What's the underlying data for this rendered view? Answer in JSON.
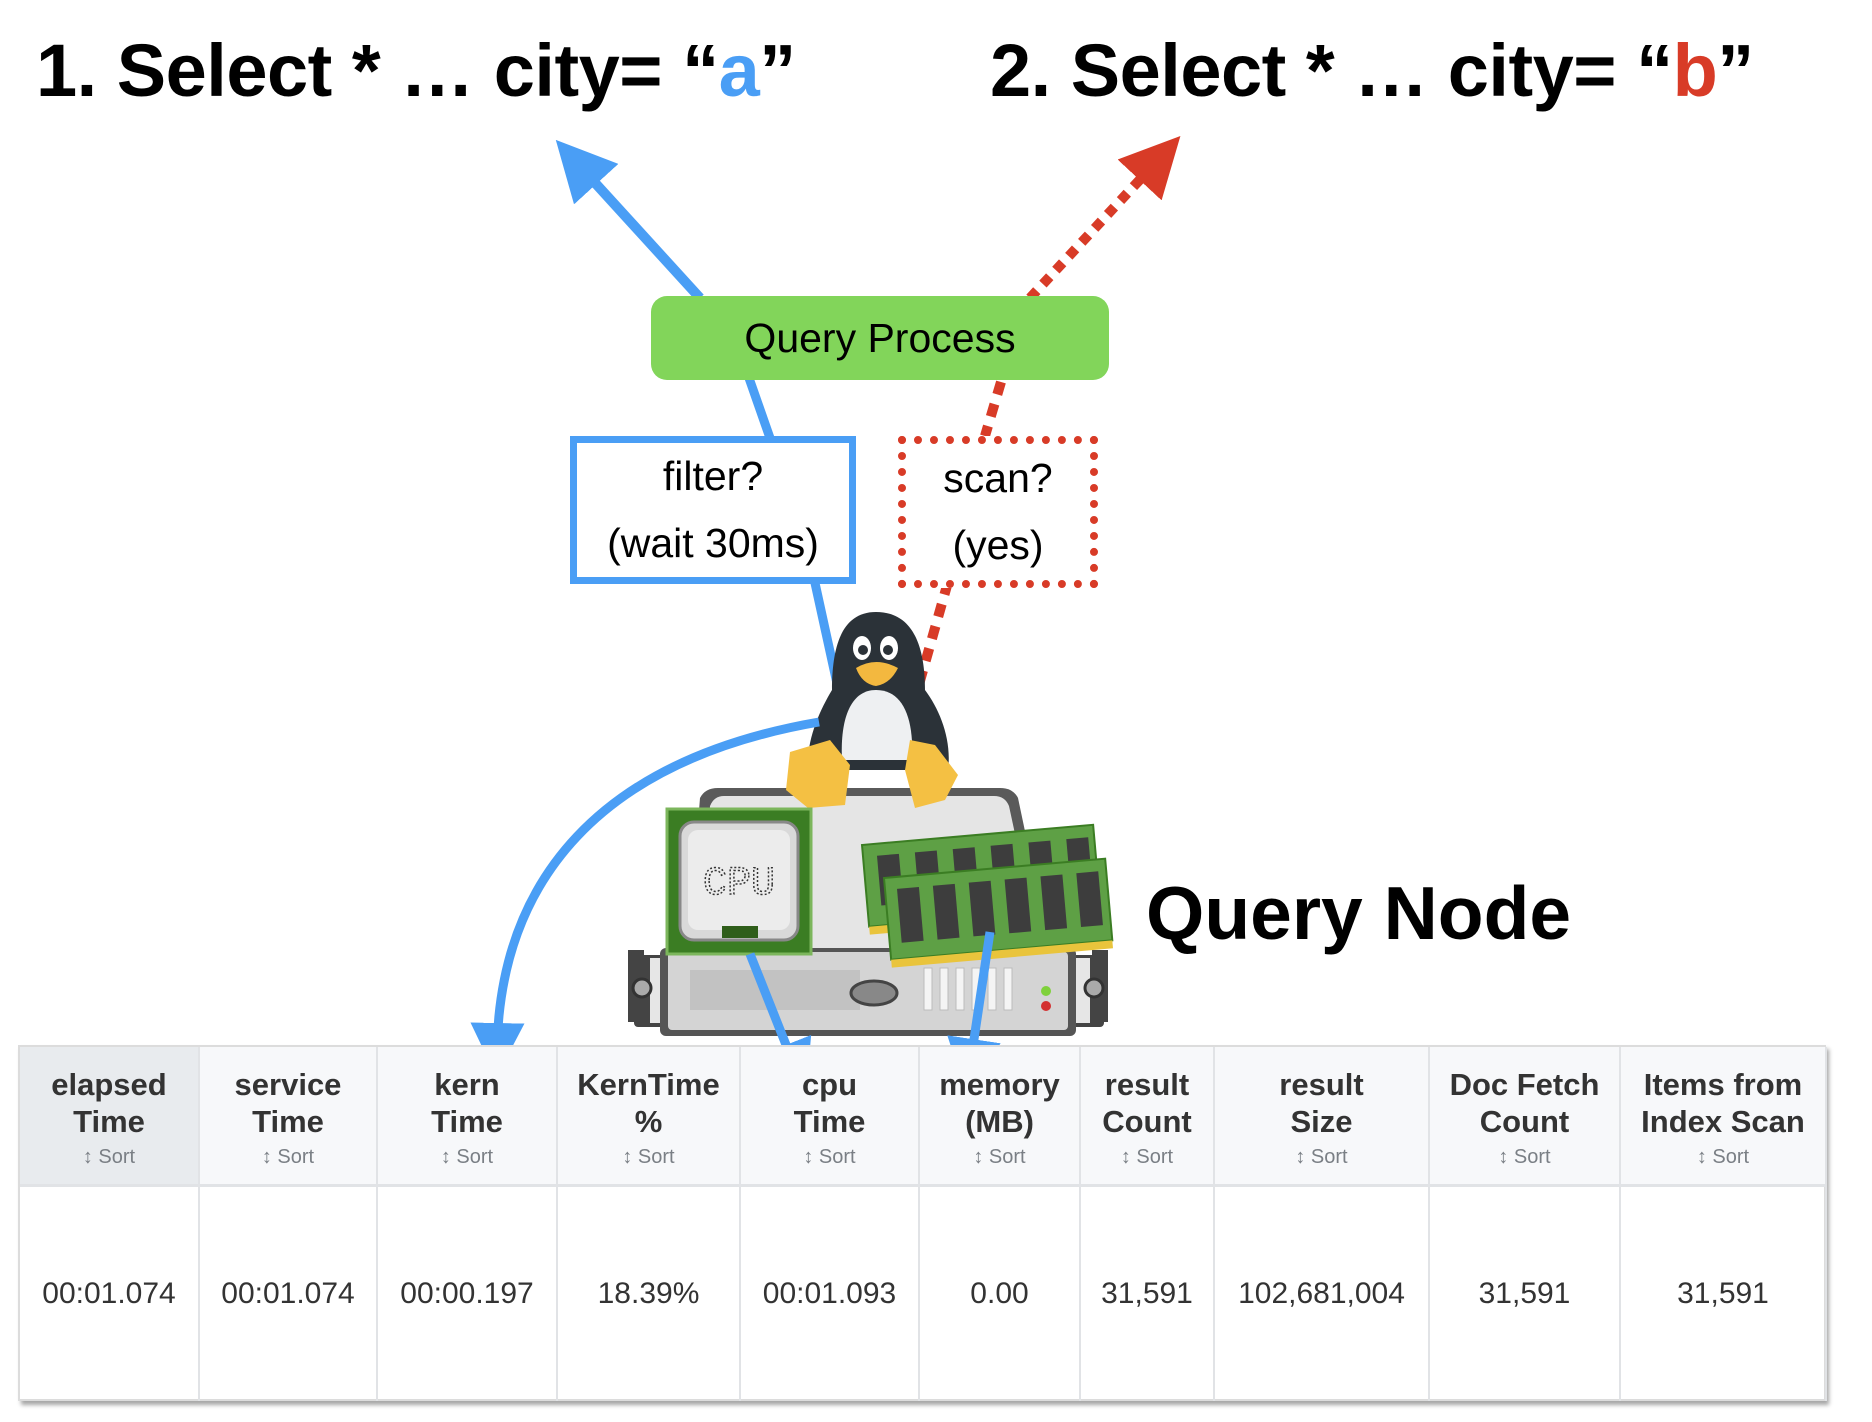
{
  "titles": {
    "query1": {
      "prefix": "1. Select * … city= “",
      "value": "a",
      "suffix": "”"
    },
    "query2": {
      "prefix": "2. Select * … city= “",
      "value": "b",
      "suffix": "”"
    }
  },
  "diagram": {
    "query_process_label": "Query Process",
    "filter_box": {
      "line1": "filter?",
      "line2": "(wait 30ms)"
    },
    "scan_box": {
      "line1": "scan?",
      "line2": "(yes)"
    },
    "node_label": "Query Node",
    "cpu_label": "CPU",
    "icons": [
      "linux-penguin-icon",
      "server-icon",
      "cpu-chip-icon",
      "ram-module-icon"
    ]
  },
  "colors": {
    "query1_accent": "#4a9ef5",
    "query2_accent": "#d83b27",
    "process_box": "#82d55a"
  },
  "table": {
    "sort_label": "↕ Sort",
    "columns": [
      {
        "line1": "elapsed",
        "line2": "Time"
      },
      {
        "line1": "service",
        "line2": "Time"
      },
      {
        "line1": "kern",
        "line2": "Time"
      },
      {
        "line1": "KernTime",
        "line2": "%"
      },
      {
        "line1": "cpu",
        "line2": "Time"
      },
      {
        "line1": "memory",
        "line2": "(MB)"
      },
      {
        "line1": "result",
        "line2": "Count"
      },
      {
        "line1": "result",
        "line2": "Size"
      },
      {
        "line1": "Doc Fetch",
        "line2": "Count"
      },
      {
        "line1": "Items from",
        "line2": "Index Scan"
      }
    ],
    "rows": [
      [
        "00:01.074",
        "00:01.074",
        "00:00.197",
        "18.39%",
        "00:01.093",
        "0.00",
        "31,591",
        "102,681,004",
        "31,591",
        "31,591"
      ]
    ]
  }
}
